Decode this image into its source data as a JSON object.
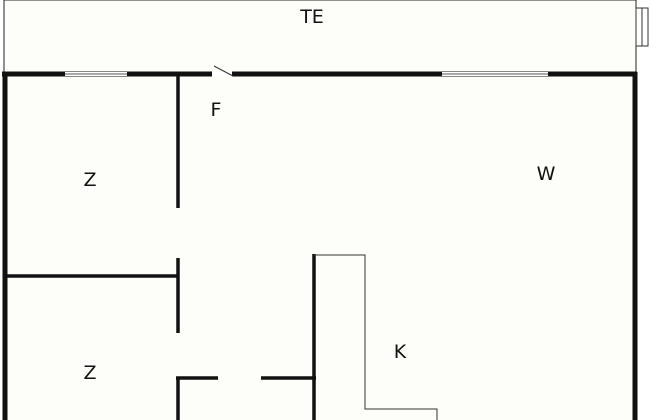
{
  "diagram": {
    "type": "floor-plan",
    "rooms": {
      "terrace": "TE",
      "hall": "F",
      "bedroom_upper": "Z",
      "bedroom_lower": "Z",
      "living": "W",
      "kitchen": "K"
    },
    "colors": {
      "wall": "#111111",
      "thin_line": "#222222",
      "floor": "#fdfdf9",
      "window": "#ffffff"
    }
  }
}
